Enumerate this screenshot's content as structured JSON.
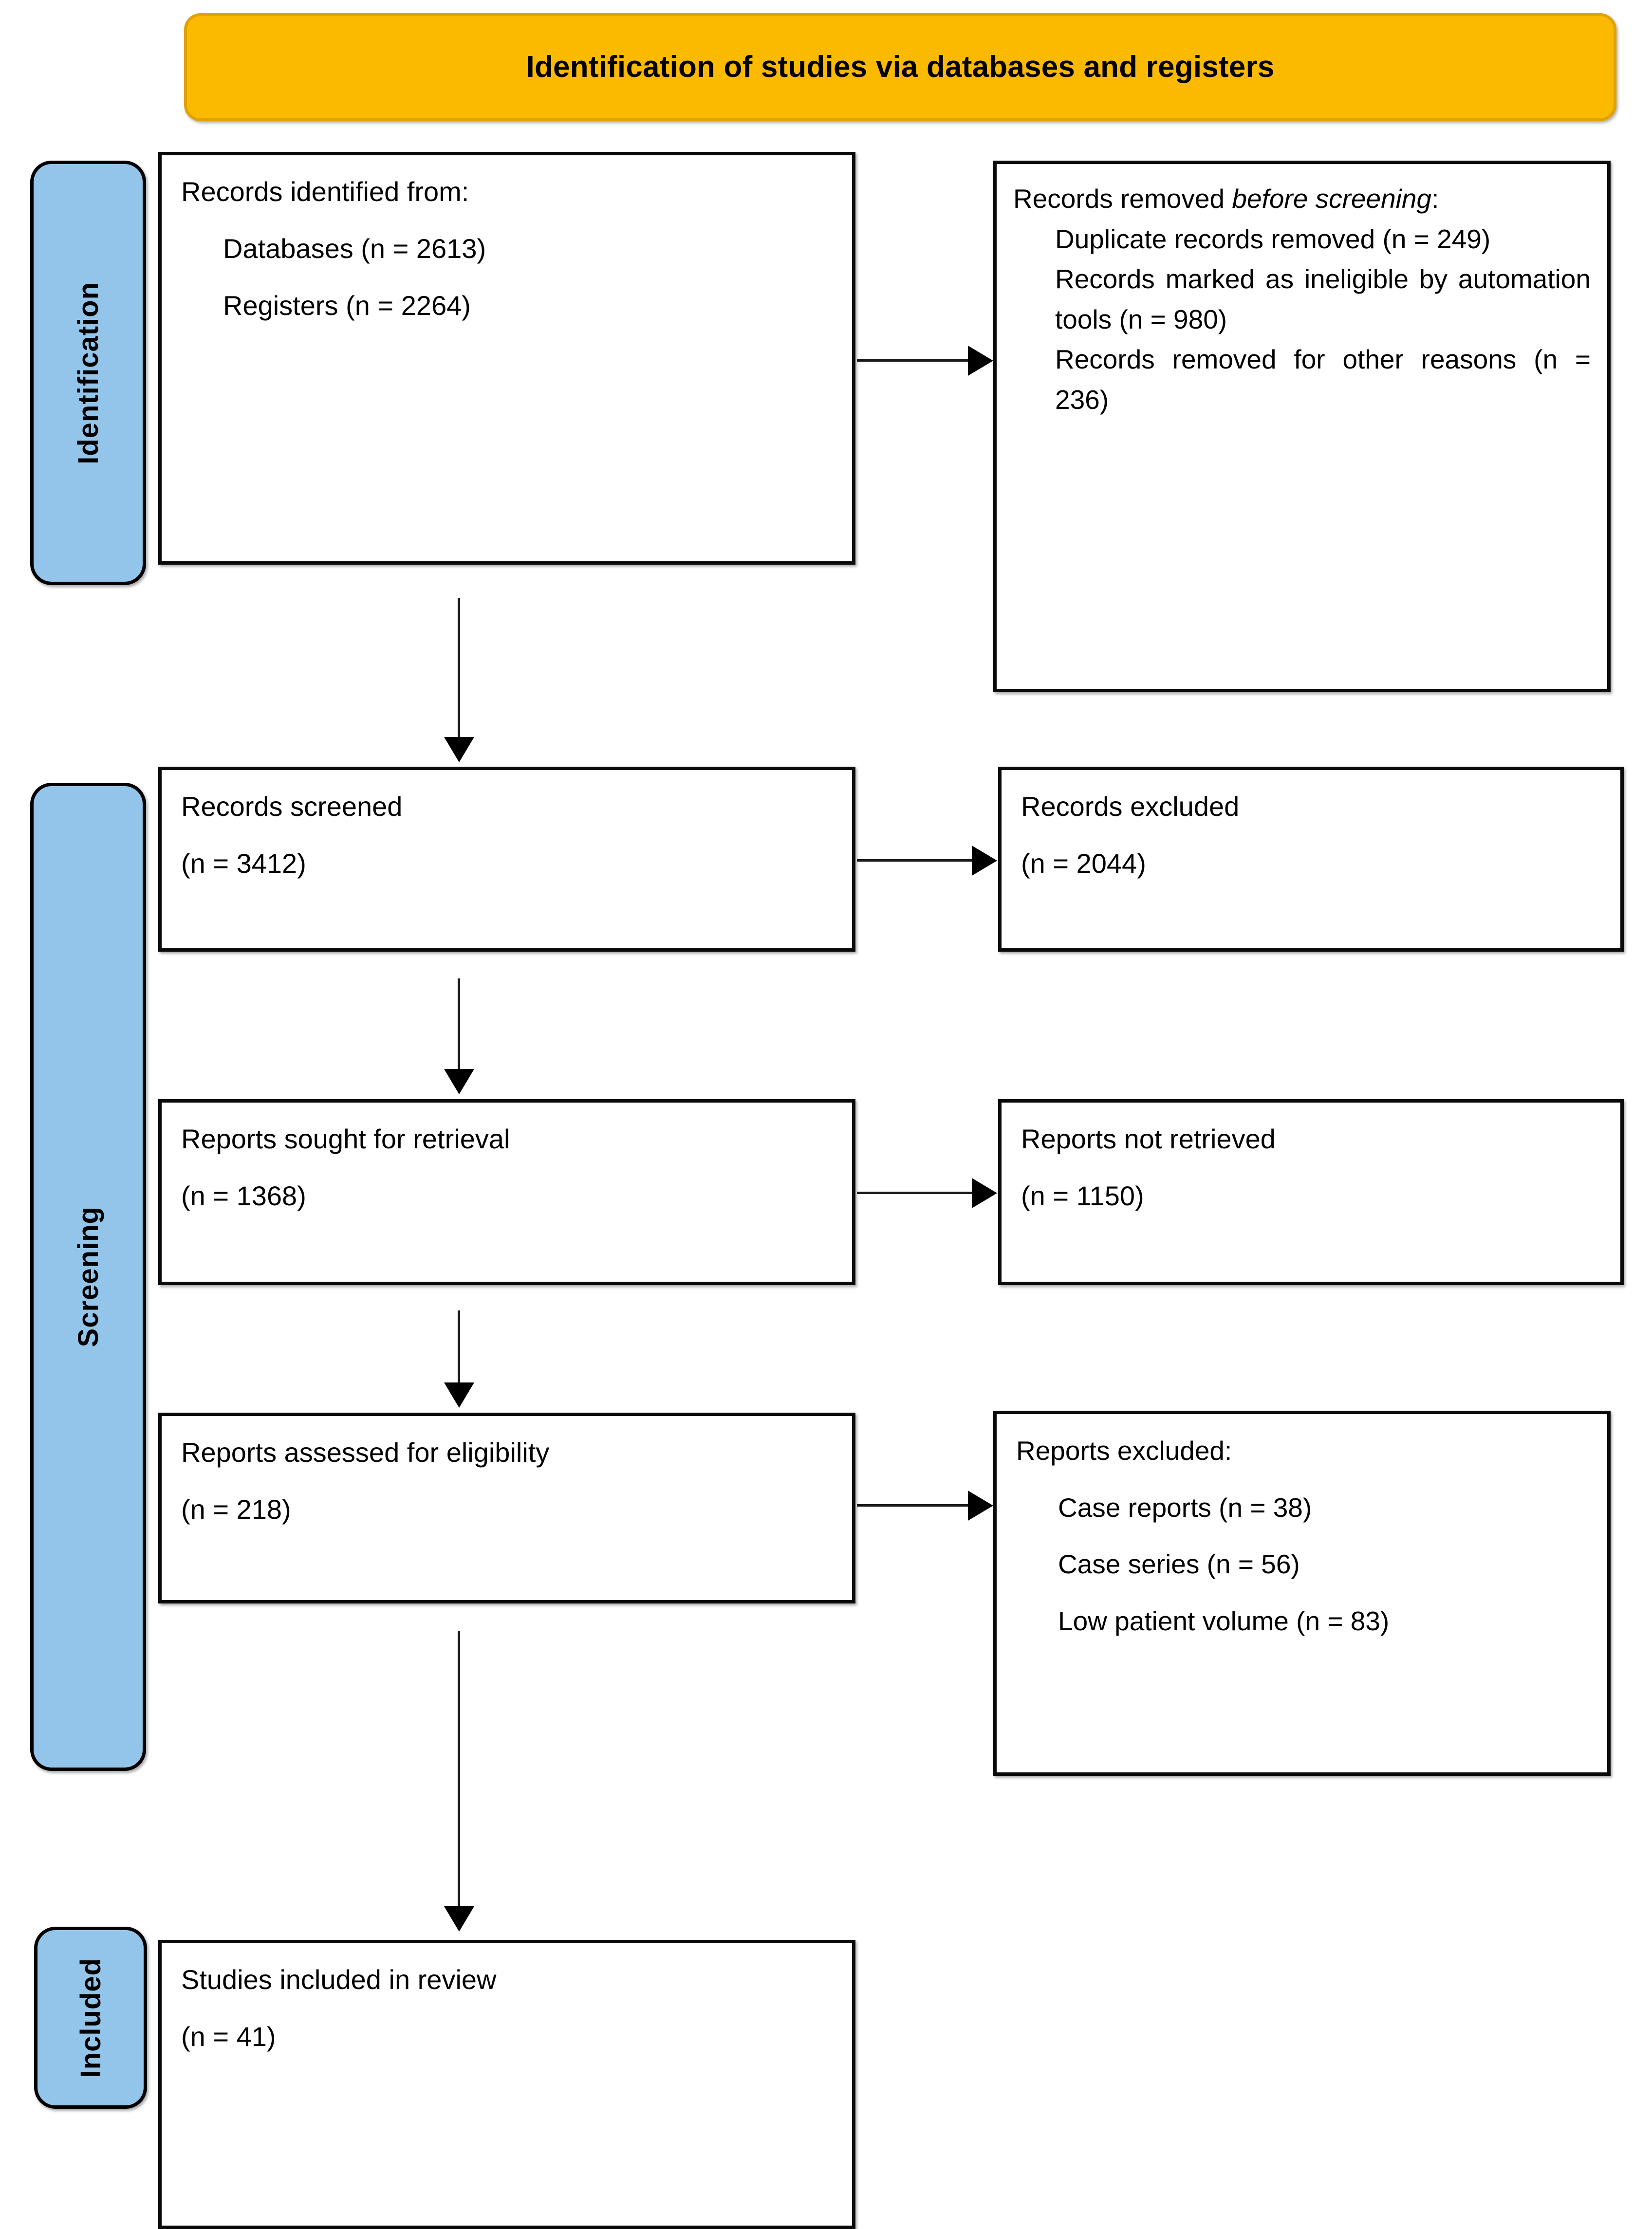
{
  "header": {
    "title": "Identification of studies via databases and registers",
    "background_color": "#FBBA00",
    "border_color": "#E0A200"
  },
  "stages": {
    "identification": "Identification",
    "screening": "Screening",
    "included": "Included",
    "pill_color": "#92C5E9"
  },
  "boxes": {
    "identified": {
      "line1": "Records identified from:",
      "line2": "Databases (n = 2613)",
      "line3": "Registers (n = 2264)"
    },
    "removed_before_screening": {
      "heading_prefix": "Records removed ",
      "heading_italic": "before screening",
      "heading_suffix": ":",
      "item1": "Duplicate records removed (n = 249)",
      "item2": "Records marked as ineligible by automation tools (n = 980)",
      "item3": "Records removed for other reasons (n = 236)"
    },
    "screened": {
      "line1": "Records screened",
      "line2": "(n = 3412)"
    },
    "records_excluded": {
      "line1": "Records excluded",
      "line2": "(n = 2044)"
    },
    "sought_for_retrieval": {
      "line1": "Reports sought for retrieval",
      "line2": "(n = 1368)"
    },
    "not_retrieved": {
      "line1": "Reports not retrieved",
      "line2": "(n = 1150)"
    },
    "assessed_for_eligibility": {
      "line1": "Reports assessed for eligibility",
      "line2": "(n = 218)"
    },
    "reports_excluded": {
      "heading": "Reports excluded:",
      "item1": "Case reports (n = 38)",
      "item2": "Case series (n = 56)",
      "item3": "Low patient volume (n = 83)"
    },
    "studies_included": {
      "line1": "Studies included in review",
      "line2": "(n = 41)"
    }
  },
  "chart_data": {
    "type": "diagram",
    "title": "Identification of studies via databases and registers",
    "stages": [
      "Identification",
      "Screening",
      "Included"
    ],
    "nodes": [
      {
        "id": "identified",
        "stage": "Identification",
        "label": "Records identified from: Databases (n = 2613); Registers (n = 2264)",
        "values": {
          "databases": 2613,
          "registers": 2264
        }
      },
      {
        "id": "removed",
        "stage": "Identification",
        "label": "Records removed before screening",
        "values": {
          "duplicates": 249,
          "ineligible_by_automation": 980,
          "other_reasons": 236
        }
      },
      {
        "id": "screened",
        "stage": "Screening",
        "label": "Records screened",
        "values": {
          "n": 3412
        }
      },
      {
        "id": "excluded",
        "stage": "Screening",
        "label": "Records excluded",
        "values": {
          "n": 2044
        }
      },
      {
        "id": "sought",
        "stage": "Screening",
        "label": "Reports sought for retrieval",
        "values": {
          "n": 1368
        }
      },
      {
        "id": "not_retrieved",
        "stage": "Screening",
        "label": "Reports not retrieved",
        "values": {
          "n": 1150
        }
      },
      {
        "id": "assessed",
        "stage": "Screening",
        "label": "Reports assessed for eligibility",
        "values": {
          "n": 218
        }
      },
      {
        "id": "rep_excluded",
        "stage": "Screening",
        "label": "Reports excluded",
        "values": {
          "case_reports": 38,
          "case_series": 56,
          "low_patient_volume": 83
        }
      },
      {
        "id": "included",
        "stage": "Included",
        "label": "Studies included in review",
        "values": {
          "n": 41
        }
      }
    ],
    "edges": [
      {
        "from": "identified",
        "to": "removed",
        "direction": "right"
      },
      {
        "from": "identified",
        "to": "screened",
        "direction": "down"
      },
      {
        "from": "screened",
        "to": "excluded",
        "direction": "right"
      },
      {
        "from": "screened",
        "to": "sought",
        "direction": "down"
      },
      {
        "from": "sought",
        "to": "not_retrieved",
        "direction": "right"
      },
      {
        "from": "sought",
        "to": "assessed",
        "direction": "down"
      },
      {
        "from": "assessed",
        "to": "rep_excluded",
        "direction": "right"
      },
      {
        "from": "assessed",
        "to": "included",
        "direction": "down"
      }
    ]
  }
}
